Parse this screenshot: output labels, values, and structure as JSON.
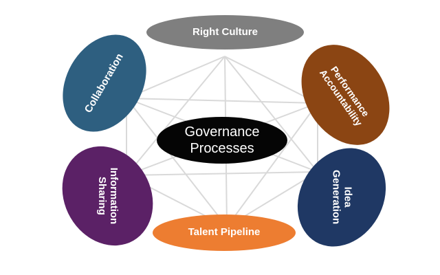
{
  "diagram": {
    "center": {
      "label": "Governance\nProcesses",
      "color": "#050505"
    },
    "nodes": [
      {
        "id": "right-culture",
        "label": "Right Culture",
        "color": "#7f7f7f"
      },
      {
        "id": "performance-accountability",
        "label": "Performance\nAccountability",
        "color": "#8b4513"
      },
      {
        "id": "idea-generation",
        "label": "Idea\nGeneration",
        "color": "#1f3864"
      },
      {
        "id": "talent-pipeline",
        "label": "Talent Pipeline",
        "color": "#ed7d31"
      },
      {
        "id": "information-sharing",
        "label": "Information\nSharing",
        "color": "#5b2166"
      },
      {
        "id": "collaboration",
        "label": "Collaboration",
        "color": "#2e5f80"
      }
    ],
    "connector_color": "#d9d9d9"
  }
}
